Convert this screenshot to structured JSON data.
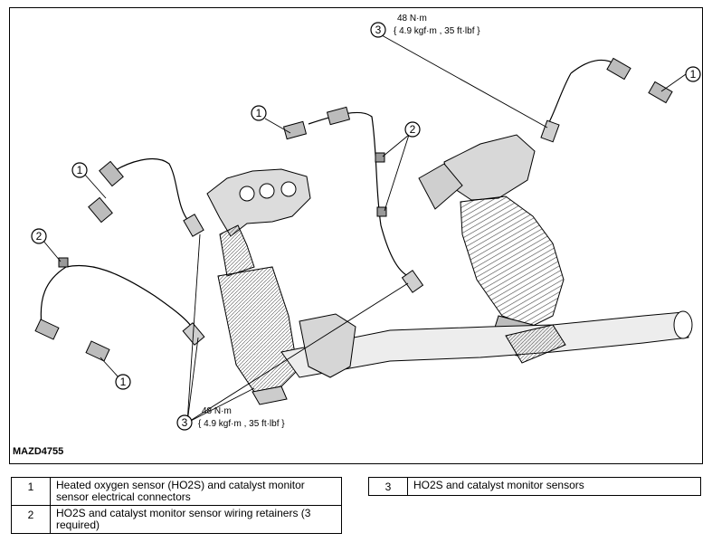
{
  "figure": {
    "id_label": "MAZD4755",
    "callouts": [
      "1",
      "1",
      "1",
      "1",
      "2",
      "2",
      "3",
      "3"
    ],
    "torque_top": {
      "line1": "48 N·m",
      "line2": "{ 4.9 kgf·m , 35 ft·lbf }"
    },
    "torque_bottom": {
      "line1": "48 N·m",
      "line2": "{ 4.9 kgf·m , 35 ft·lbf }"
    }
  },
  "legend": [
    {
      "num": "1",
      "text": "Heated oxygen sensor (HO2S) and catalyst monitor sensor electrical connectors"
    },
    {
      "num": "2",
      "text": "HO2S and catalyst monitor sensor wiring retainers (3 required)"
    },
    {
      "num": "3",
      "text": "HO2S and catalyst monitor sensors"
    }
  ]
}
